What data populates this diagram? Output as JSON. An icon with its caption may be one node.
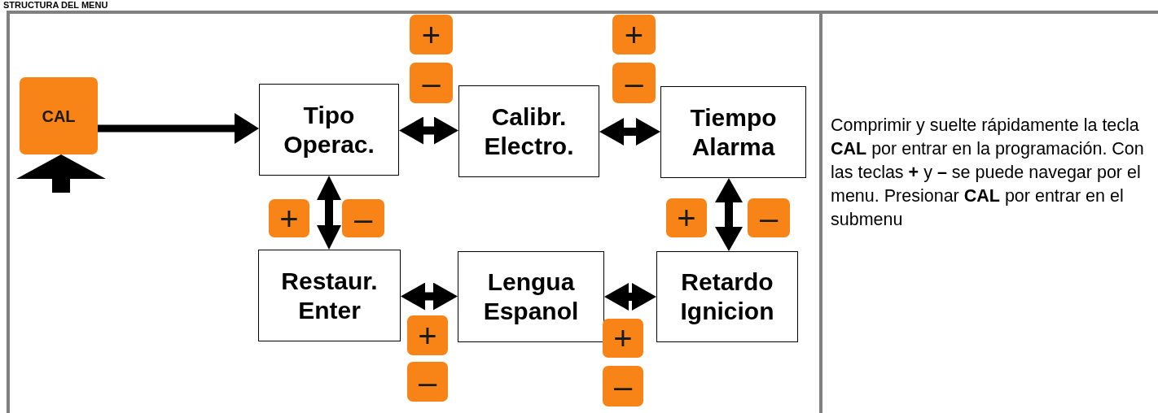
{
  "diagram": {
    "title": "STRUCTURA DEL MENU",
    "nodes": [
      {
        "text": [
          "CAL"
        ]
      },
      {
        "text": [
          "Tipo Operac."
        ]
      },
      {
        "text": [
          "Calibr. Electro."
        ]
      },
      {
        "text": [
          "Tiempo Alarma"
        ]
      },
      {
        "text": [
          "Retardo Ignicion"
        ]
      },
      {
        "text": [
          "Lengua Espanol"
        ]
      },
      {
        "text": [
          "Restaur. Enter"
        ]
      },
      {
        "text": [
          "+"
        ]
      },
      {
        "text": [
          "–"
        ]
      },
      {
        "text": [
          "+"
        ]
      },
      {
        "text": [
          "–"
        ]
      },
      {
        "text": [
          "+"
        ]
      },
      {
        "text": [
          "–"
        ]
      },
      {
        "text": [
          "+"
        ]
      },
      {
        "text": [
          "–"
        ]
      },
      {
        "text": [
          "+"
        ]
      },
      {
        "text": [
          "–"
        ]
      },
      {
        "text": [
          "+"
        ]
      },
      {
        "text": [
          "–"
        ]
      }
    ],
    "edges": [
      {
        "from": 0,
        "to": 1,
        "arrow": "to"
      },
      {
        "from": null,
        "to": 0,
        "arrow": "to"
      },
      {
        "from": 1,
        "to": 2,
        "arrow": "both"
      },
      {
        "from": 2,
        "to": 3,
        "arrow": "both"
      },
      {
        "from": 3,
        "to": 4,
        "arrow": "both"
      },
      {
        "from": 4,
        "to": 5,
        "arrow": "both"
      },
      {
        "from": 5,
        "to": 6,
        "arrow": "both"
      },
      {
        "from": 6,
        "to": 1,
        "arrow": "both"
      }
    ],
    "labels": [
      "Comprimir y suelte rápidamente la tecla **CAL** por entrar en la programación. Con las teclas **+** y **–** se puede navegar por el menu. Presionar **CAL** por entrar en el submenu"
    ]
  }
}
